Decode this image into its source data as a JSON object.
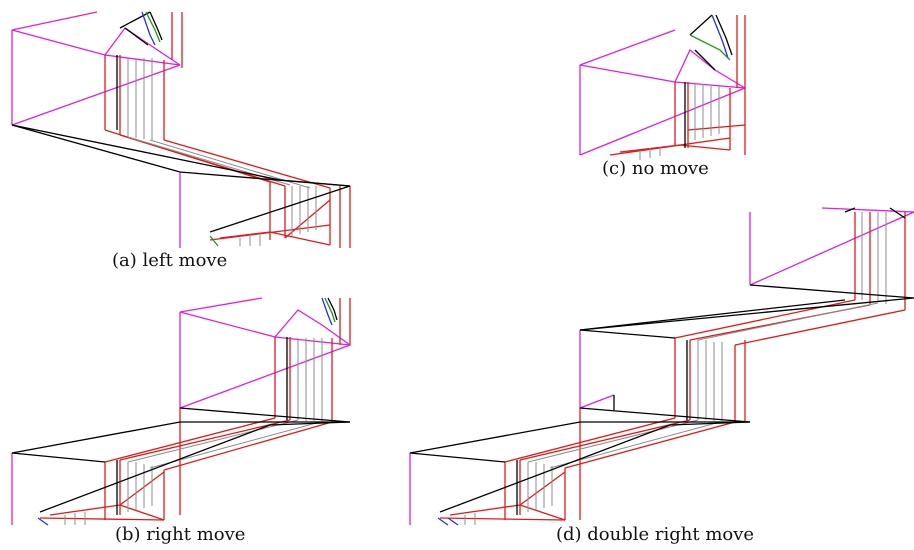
{
  "figure": {
    "colors": {
      "magenta": "#e01ee0",
      "red": "#e01a1a",
      "black": "#000000",
      "gray": "#8c8c8c",
      "blue": "#2233dd",
      "green": "#1a9a1a"
    },
    "panels": [
      {
        "id": "a",
        "caption": "(a) left move"
      },
      {
        "id": "b",
        "caption": "(b) right move"
      },
      {
        "id": "c",
        "caption": "(c) no move"
      },
      {
        "id": "d",
        "caption": "(d) double right move"
      }
    ]
  }
}
